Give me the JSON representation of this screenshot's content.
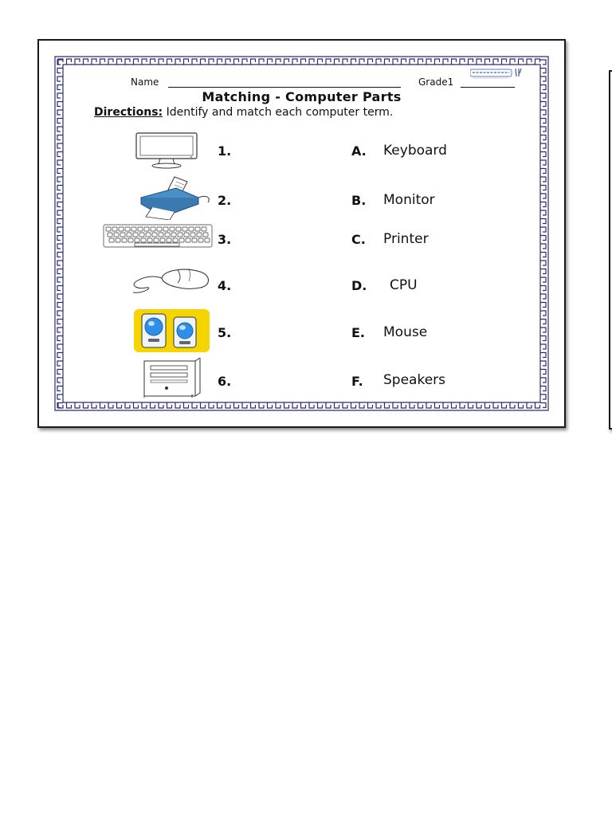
{
  "worksheet": {
    "name_label": "Name",
    "grade_label": "Grade1",
    "title": "Matching - Computer Parts",
    "directions_label": "Directions:",
    "directions_text": " Identify and match each computer term.",
    "numbers": [
      "1.",
      "2.",
      "3.",
      "4.",
      "5.",
      "6."
    ],
    "pictures": [
      "monitor-icon",
      "printer-icon",
      "keyboard-icon",
      "mouse-icon",
      "speakers-icon",
      "cpu-tower-icon"
    ],
    "terms": [
      {
        "letter": "A.",
        "name": "Keyboard"
      },
      {
        "letter": "B.",
        "name": "Monitor"
      },
      {
        "letter": "C.",
        "name": "Printer"
      },
      {
        "letter": "D.",
        "name": "CPU"
      },
      {
        "letter": "E.",
        "name": "Mouse"
      },
      {
        "letter": "F.",
        "name": "Speakers"
      }
    ]
  },
  "colors": {
    "border": "#2b2b6b",
    "printer_blue": "#4a8fc7",
    "speaker_bg": "#f5d400",
    "speaker_blue": "#2f8fe8"
  }
}
